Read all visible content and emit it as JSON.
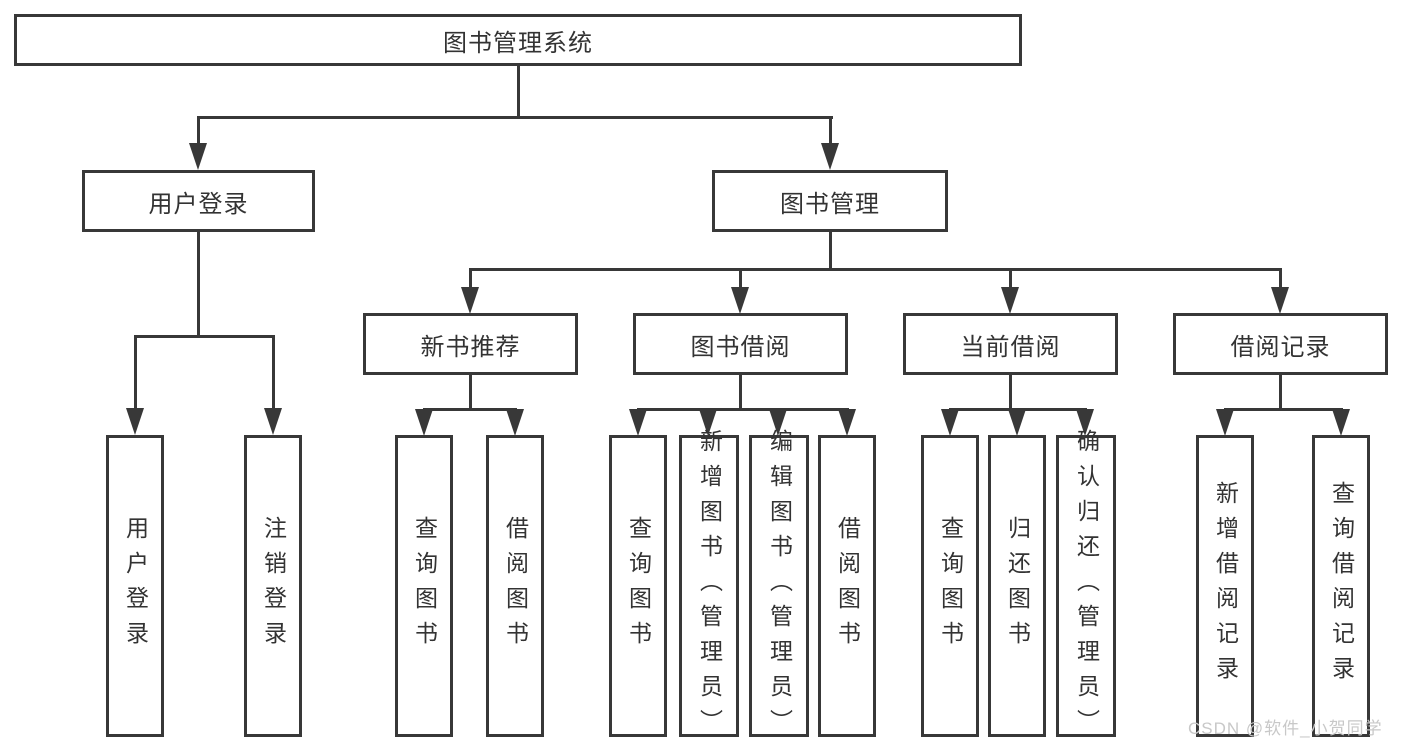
{
  "diagram": {
    "type": "hierarchy-chart",
    "colors": {
      "line": "#383838",
      "box_border": "#383838",
      "box_background": "#ffffff",
      "text": "#333333",
      "watermark_text": "#c8c8c8"
    },
    "tree": {
      "label": "图书管理系统",
      "children": [
        {
          "label": "用户登录",
          "children": [
            {
              "label": "用户登录"
            },
            {
              "label": "注销登录"
            }
          ]
        },
        {
          "label": "图书管理",
          "children": [
            {
              "label": "新书推荐",
              "children": [
                {
                  "label": "查询图书"
                },
                {
                  "label": "借阅图书"
                }
              ]
            },
            {
              "label": "图书借阅",
              "children": [
                {
                  "label": "查询图书"
                },
                {
                  "label": "新增图书（管理员）"
                },
                {
                  "label": "编辑图书（管理员）"
                },
                {
                  "label": "借阅图书"
                }
              ]
            },
            {
              "label": "当前借阅",
              "children": [
                {
                  "label": "查询图书"
                },
                {
                  "label": "归还图书"
                },
                {
                  "label": "确认归还（管理员）"
                }
              ]
            },
            {
              "label": "借阅记录",
              "children": [
                {
                  "label": "新增借阅记录"
                },
                {
                  "label": "查询借阅记录"
                }
              ]
            }
          ]
        }
      ]
    },
    "watermark": {
      "text": "CSDN @软件_小贺同学"
    }
  }
}
